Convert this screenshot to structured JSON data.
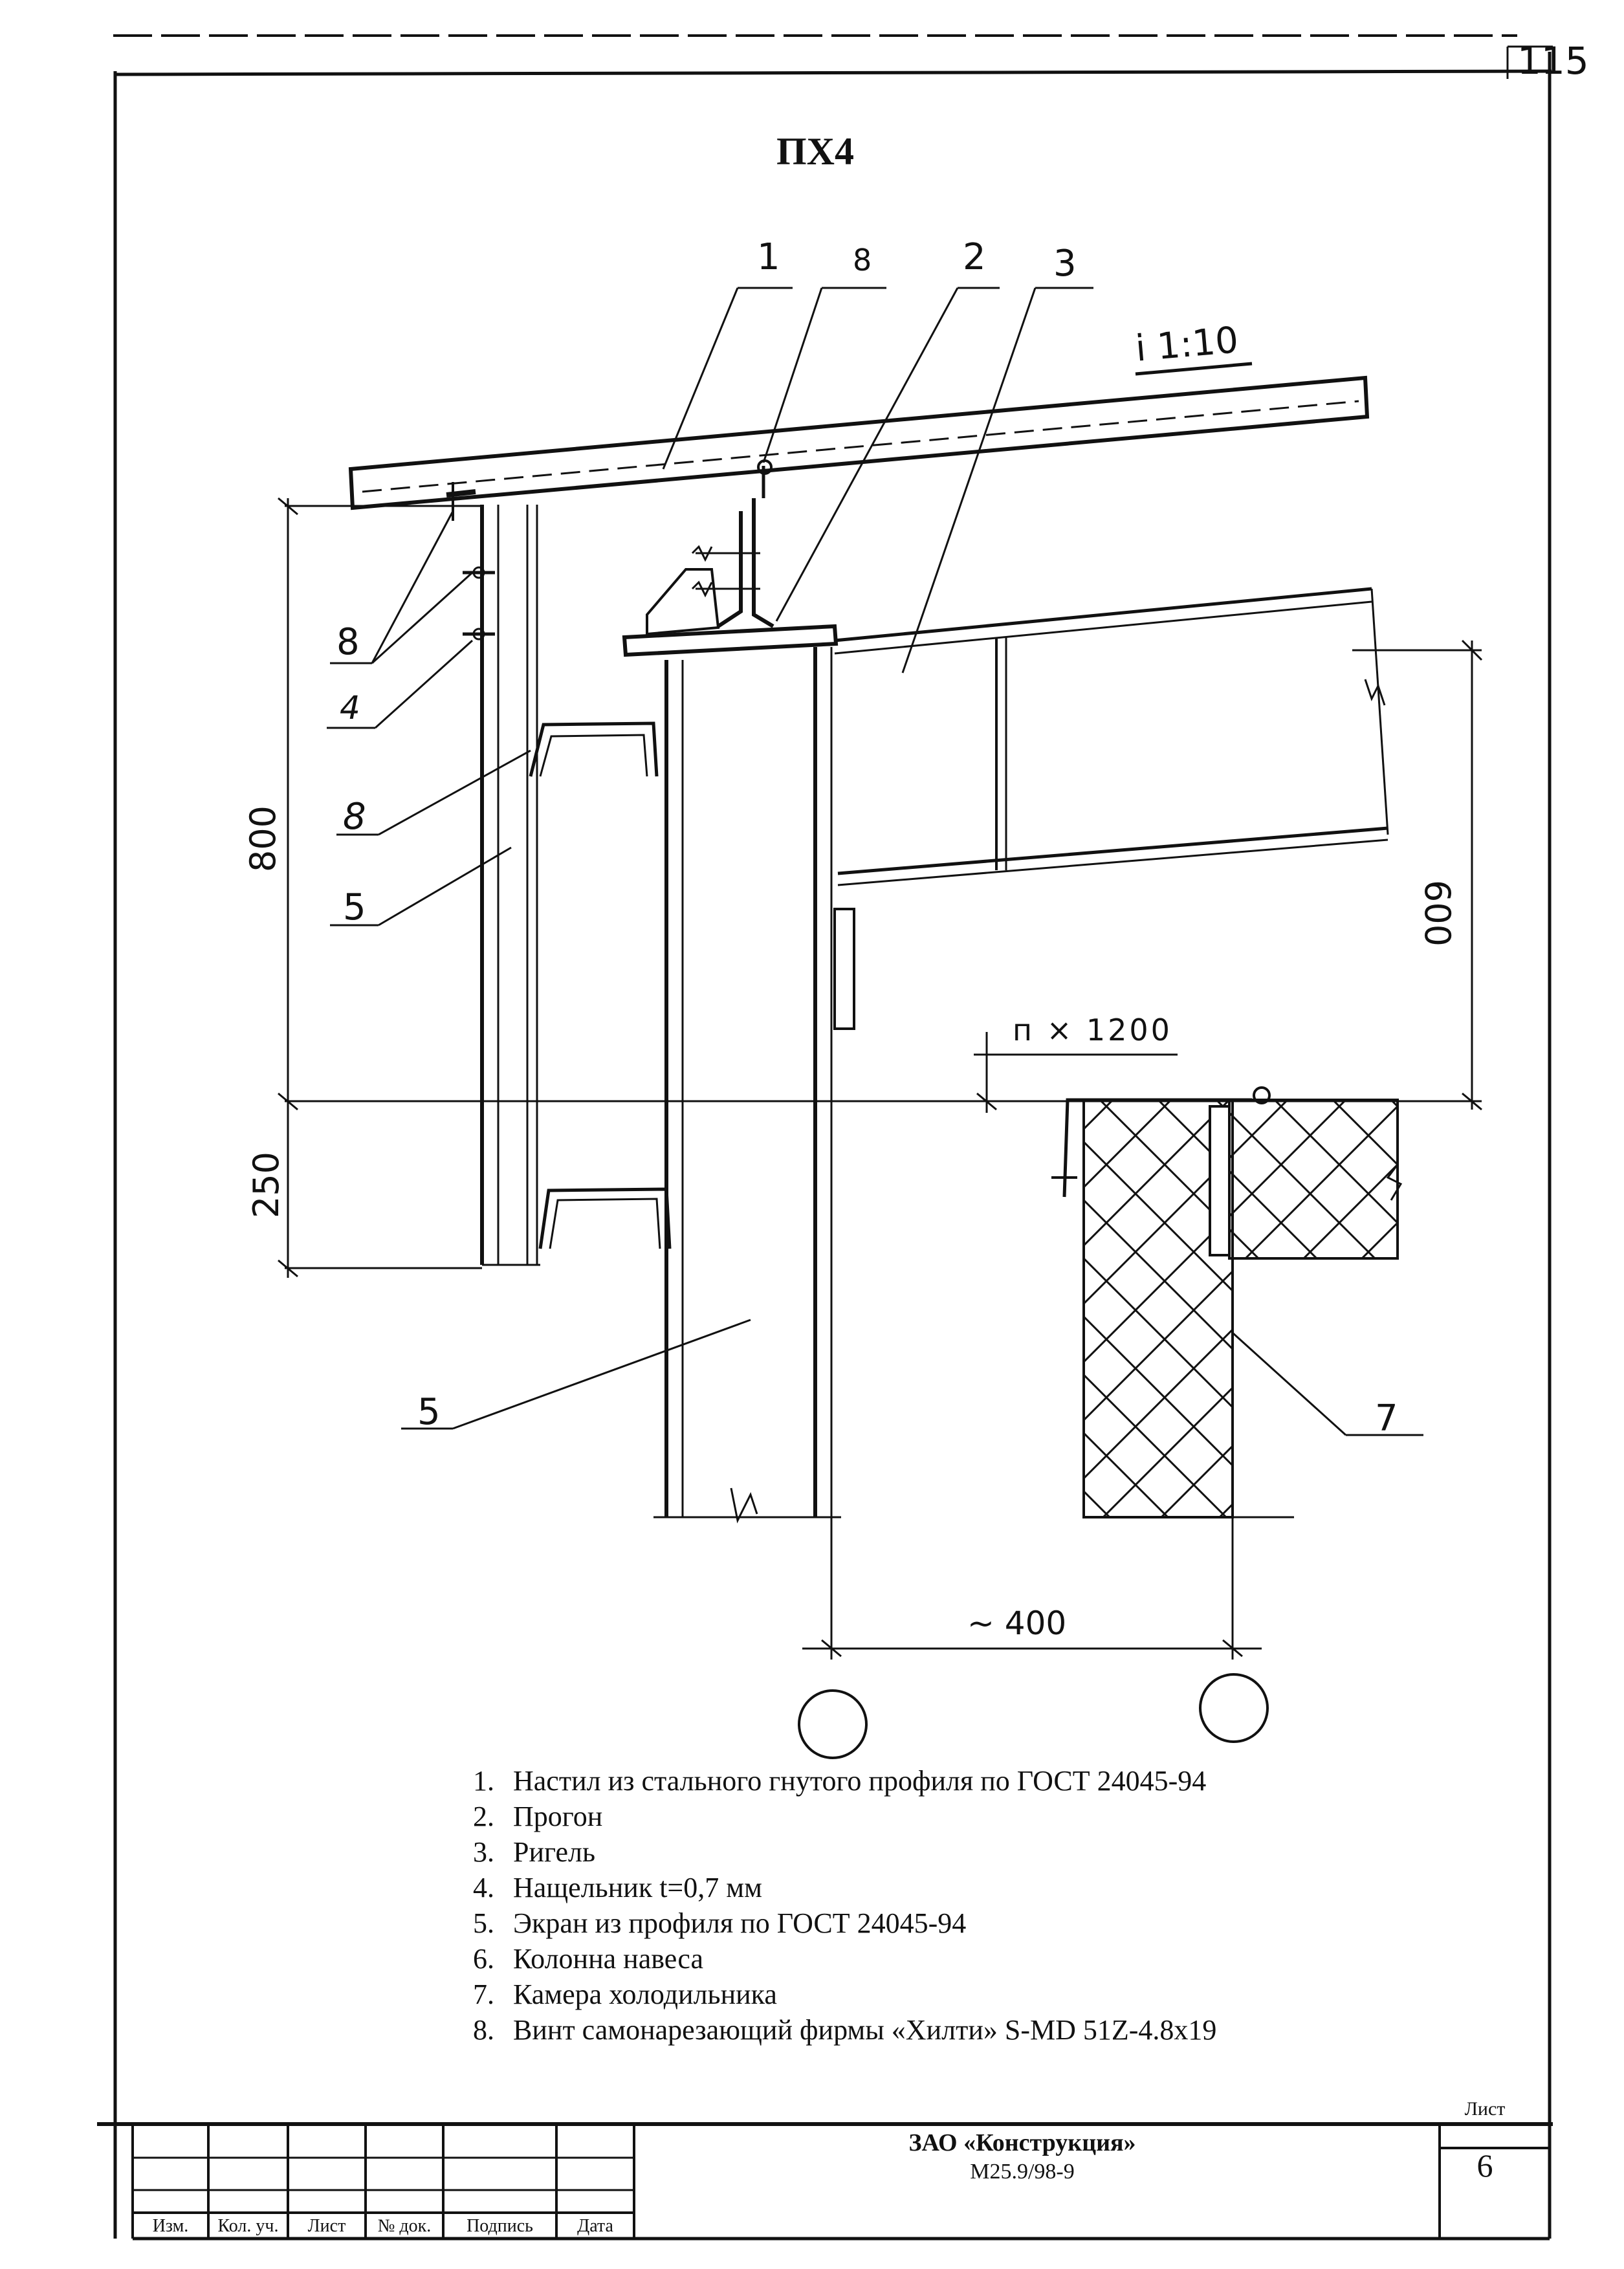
{
  "drawing": {
    "title": "ПХ4",
    "sheet_corner": "115",
    "slope_label": "i 1:10",
    "dim_800": "800",
    "dim_250": "250",
    "dim_600": "600",
    "dim_n1200": "п × 1200",
    "dim_400": "~ 400",
    "callouts": {
      "c1": "1",
      "c2": "2",
      "c3": "3",
      "c4": "4",
      "c5a": "5",
      "c5b": "5",
      "c7": "7",
      "c8a": "8",
      "c8b": "8",
      "c8c": "8"
    }
  },
  "legend": [
    "Настил из стального гнутого профиля по ГОСТ 24045-94",
    "Прогон",
    "Ригель",
    "Нащельник  t=0,7 мм",
    "Экран из профиля по ГОСТ 24045-94",
    "Колонна навеса",
    "Камера холодильника",
    "Винт самонарезающий фирмы «Хилти» S-MD 51Z-4.8x19"
  ],
  "title_block": {
    "headers": [
      "Изм.",
      "Кол. уч.",
      "Лист",
      "№ док.",
      "Подпись",
      "Дата"
    ],
    "organization": "ЗАО «Конструкция»",
    "document_code": "М25.9/98-9",
    "sheet_label": "Лист",
    "sheet_number": "6"
  }
}
